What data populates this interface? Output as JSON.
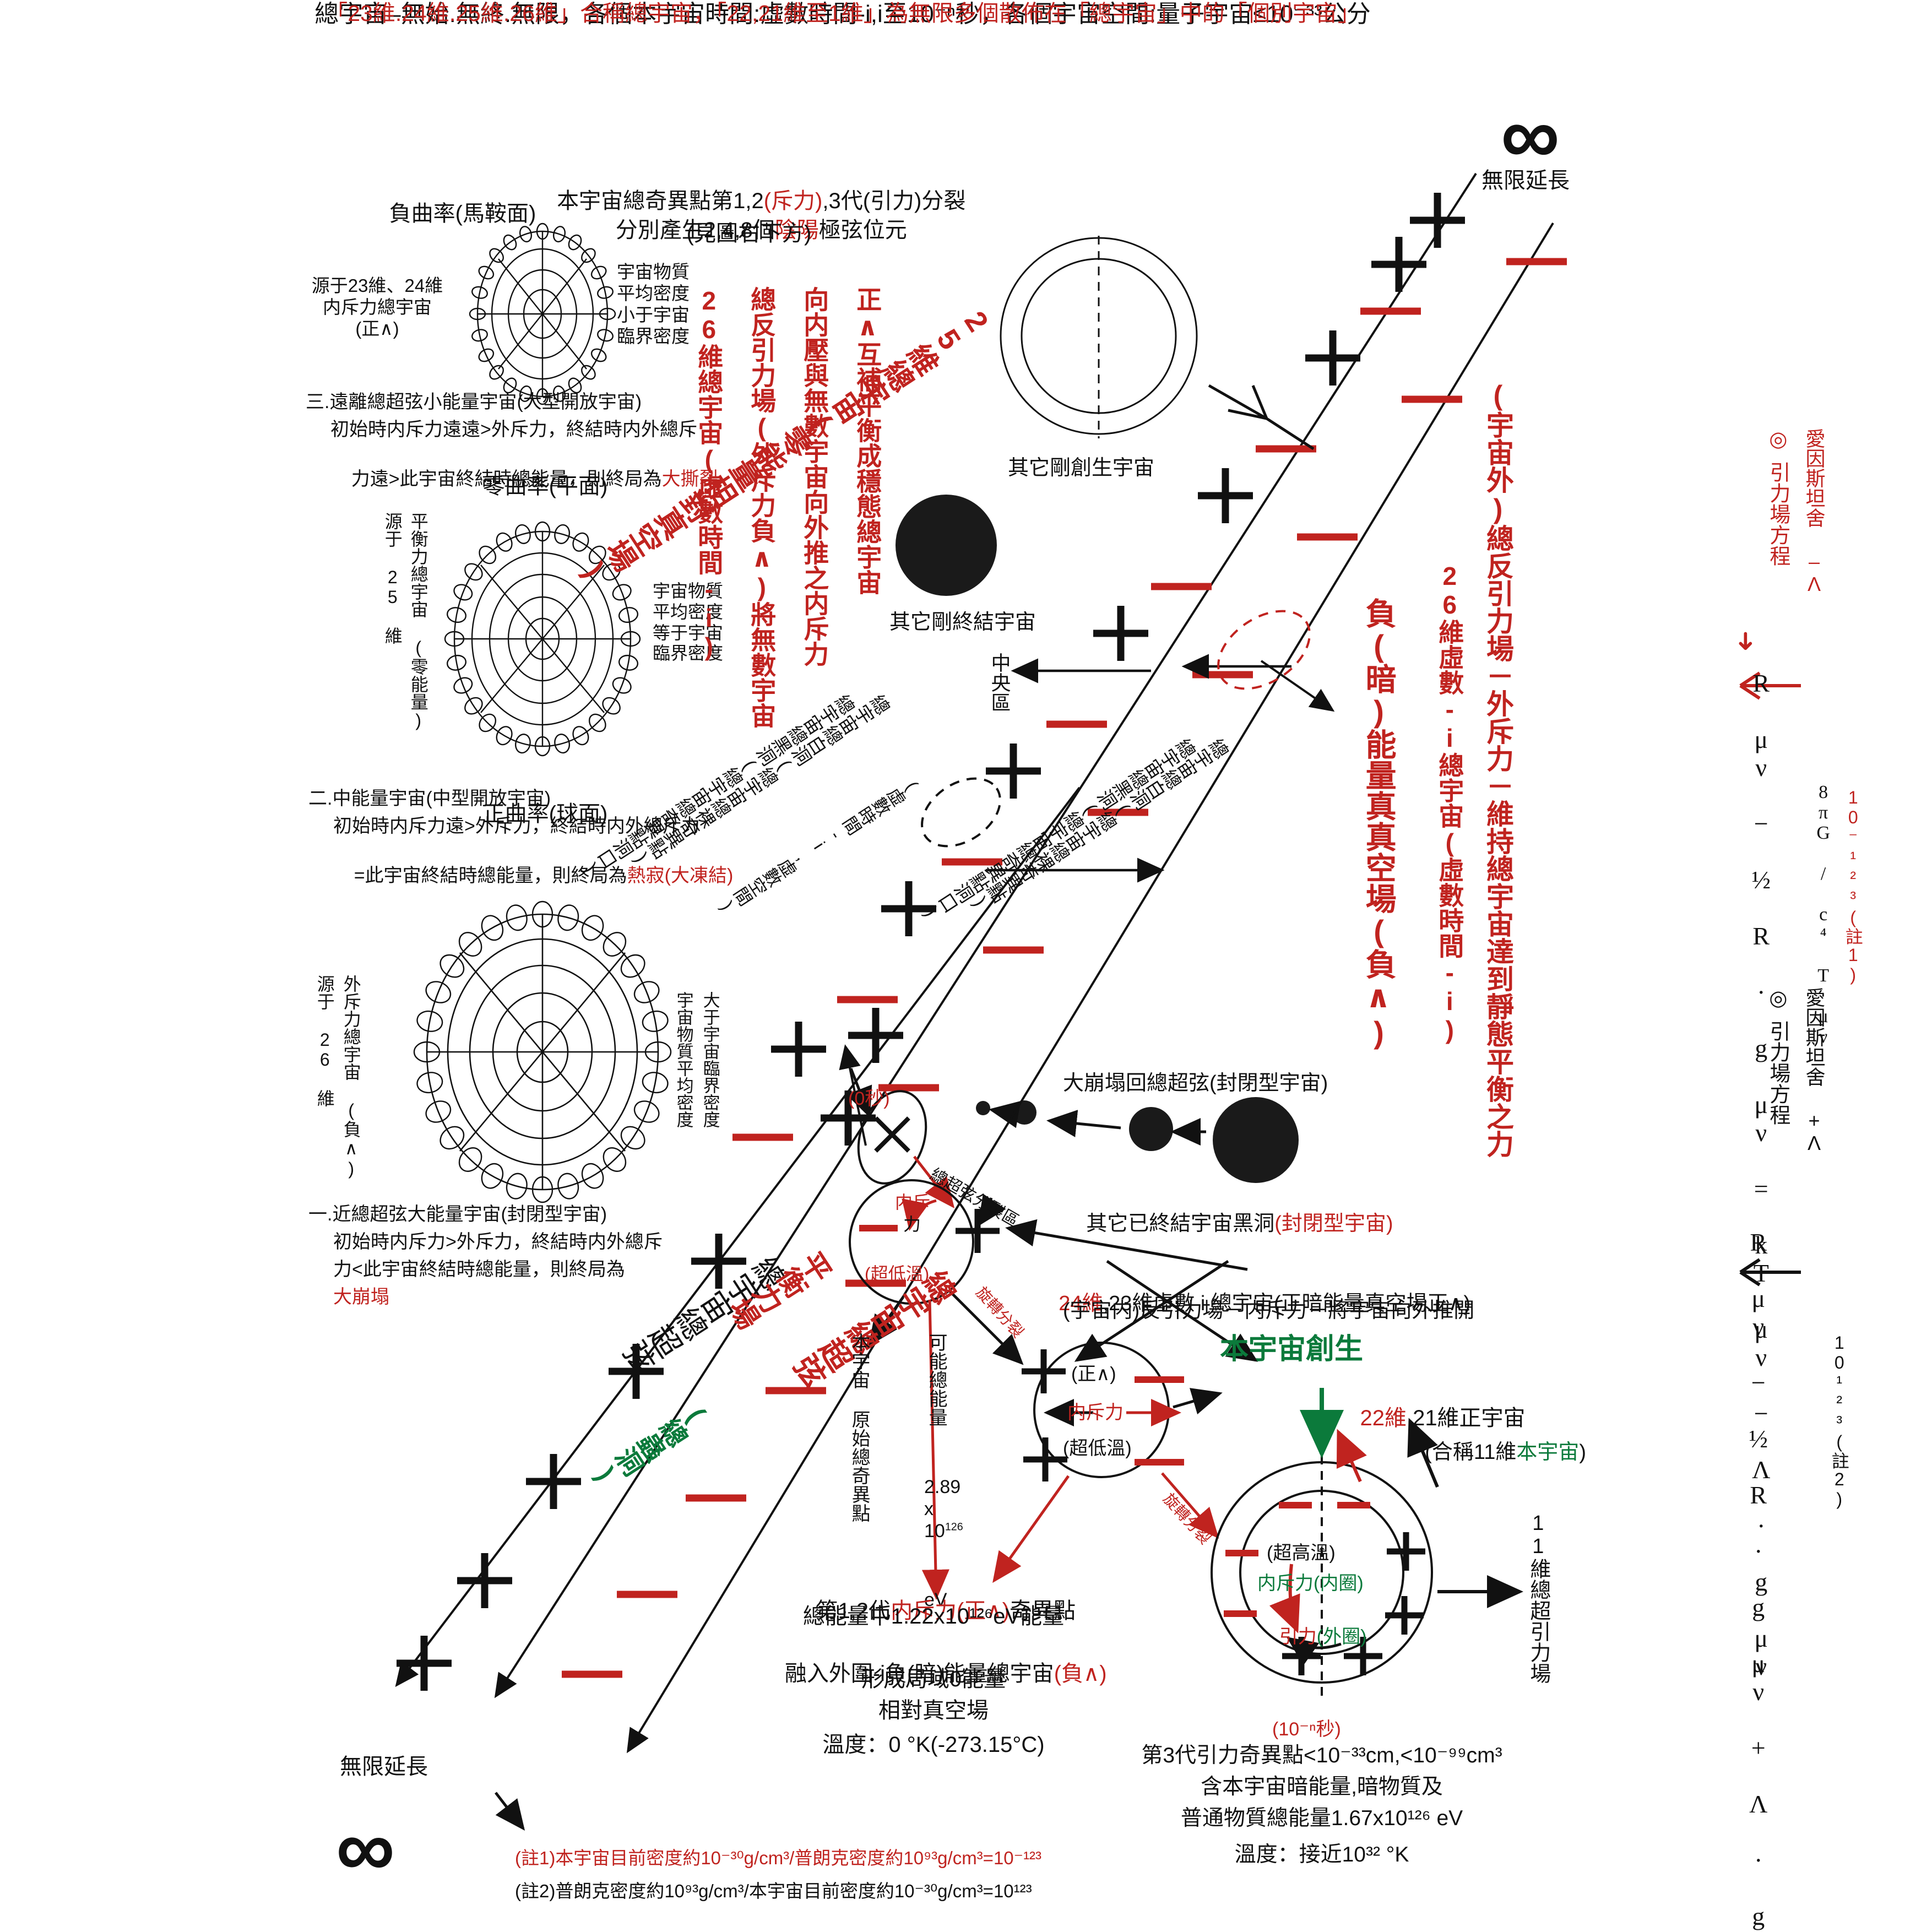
{
  "header": {
    "line1": "總宇宙–無始.無終.無限，各個本宇宙時間:虛數時間-i,i至10⁻ⁿ秒，各個宇宙空間:量子宇宙≤10⁻³³公分",
    "line2": "「23維.24維.25維.26維」合稱總宇宙，「22,21維至1維」為無限多個散佈在「總宇宙」中的「個別宇宙」",
    "infinity_symbol": "∞",
    "infinity_label_top": "無限延長",
    "infinity_label_bottom": "無限延長"
  },
  "center_top": {
    "title_1": "本宇宙總奇異點第1,2",
    "title_1_red": "(斥力)",
    "title_1_tail": ",3代(引力)分裂",
    "title_2_pre": "分別產生2,4,8個",
    "title_2_red": "陰陽",
    "title_2_tail": "極弦位元",
    "title_3": "(見圖右下方)"
  },
  "curvature_panels": [
    {
      "title": "負曲率(馬鞍面)",
      "left_label": "源于23維、24維\n内斥力總宇宙\n(正∧)",
      "right_label": "宇宙物質\n平均密度\n小于宇宙\n臨界密度",
      "caption_lines": [
        "三.遠離總超弦小能量宇宙(大型開放宇宙)",
        "初始時内斥力遠遠>外斥力，終結時内外總斥",
        "力遠>此宇宙終結時總能量，則終局為"
      ],
      "caption_red": "大撕裂"
    },
    {
      "title": "零曲率(平面)",
      "left_label": "源于\n25\n維",
      "left_label2": "平衡力總宇宙 (零能量)",
      "right_label": "宇宙物質\n平均密度\n等于宇宙\n臨界密度",
      "caption_lines": [
        "二.中能量宇宙(中型開放宇宙)",
        "初始時内斥力遠>外斥力，終結時内外總斥力",
        "=此宇宙終結時總能量，則終局為"
      ],
      "caption_red": "熱寂(大凍結)"
    },
    {
      "title": "正曲率(球面)",
      "left_label": "源于\n26\n維",
      "left_label2": "外斥力總宇宙 (負∧)",
      "right_label": "大于宇宙臨界密度",
      "right_label2": "宇宙物質平均密度",
      "caption_lines": [
        "一.近總超弦大能量宇宙(封閉型宇宙)",
        "初始時内斥力>外斥力，終結時内外總斥",
        "力<此宇宙終結時總能量，則終局為"
      ],
      "caption_red": "大崩塌"
    }
  ],
  "diagonal_red_labels": {
    "col_a": "正∧互補平衡成穩態總宇宙",
    "col_b": "向内壓與無數宇宙向外推之内斥力",
    "col_c": "總反引力場(外斥力負∧)將無數宇宙",
    "col_d": "26維總宇宙(虛數時間-i)",
    "band_25": "25維總宇宙(零能量相對真空場)",
    "band_right_1": "(宇宙外)總反引力場－外斥力－維持總宇宙達到靜態平衡之力",
    "band_right_2": "26維虛數-i總宇宙(虛數時間-i)",
    "band_right_3": "負(暗)能量真真空場(負∧)"
  },
  "diagonal_black_labels": {
    "tot_univ_superstring": "總宇宙總超弦",
    "balance_field": "平衡力場",
    "worm_hole": "(總蟲洞)",
    "tot_univ_superstring_red": "總宇宙總超弦",
    "center_zone": "中央區",
    "whitehole": "總宇宙總白洞(總宇宙總裸奇異點)",
    "blackhole": "總宇宙總黑洞(總宇宙總奇異點洞口)",
    "imaginary_note": "(虛數時間-i,虛數空間)"
  },
  "other_universes": {
    "just_created": "其它剛創生宇宙",
    "just_ended": "其它剛終結宇宙",
    "collapsed_title": "大崩塌回總超弦(封閉型宇宙)",
    "ended_blackholes": "其它已終結宇宙黑洞",
    "ended_blackholes_red": "(封閉型宇宙)"
  },
  "singularity": {
    "zero_sec": "(0秒)",
    "superstring_split_ratio": "總超弦分裂區",
    "inner_repulsion": "内斥",
    "inner_repulsion_2": "力",
    "ultra_low_temp": "(超低溫)",
    "rotational_split": "旋轉分裂",
    "origin_label": "本宇宙\n原始總奇異點",
    "possible_total_energy_label": "可能總能量",
    "possible_total_energy_value": "2.89\nx\n10",
    "possible_total_energy_exp": "126",
    "possible_total_energy_unit": "eV",
    "positive_lambda": "(正∧)",
    "inner_force_arrow": "内斥力",
    "ultra_low_temp2": "(超低溫)"
  },
  "dim24_note": {
    "red_part": "24維",
    "black_part": ",23維虛數 i 總宇宙(正暗能量真空場正∧)",
    "line2": "(宇宙内)反引力場－内斥力－將宇宙向外推開"
  },
  "birth": {
    "title": "本宇宙創生",
    "dim22_red": "22維",
    "dim22_black": ",21維正宇宙",
    "combined": "(合稱11維",
    "combined_green": "本宇宙",
    "combined_tail": ")",
    "ultra_high_temp": "(超高溫)",
    "inner_force_inner": "内斥力(内圈)",
    "gravity_outer_a": "引力",
    "gravity_outer_b": "(外圈)",
    "time_label": "(10⁻ⁿ秒)",
    "field_11d": "11維總超引力場",
    "rotational_split": "旋轉分裂"
  },
  "equations": {
    "eq1_mark": "◎",
    "eq1_label": "引力場方程",
    "eq1_arrow": "➜",
    "eq1_einstein": "愛因斯坦舍 –Λ",
    "eq1_body": "R μν − ½ R · g μν = kT μν − Λ · g μν",
    "eq1_rhs1": "8πG / c⁴ T μν",
    "eq1_rhs2": "10⁻¹²³(註1)",
    "eq2_mark": "◎",
    "eq2_label": "引力場方程",
    "eq2_einstein": "愛因斯坦舍 +Λ",
    "eq2_body": "R μν − ½ R · g μν + Λ · g μν = 8πG / c⁴ T μν",
    "eq2_rhs": "10¹²³(註2)"
  },
  "bottom_center_block": {
    "l1_pre": "第1,2代",
    "l1_red": "内斥力(正∧)",
    "l1_post": "奇異點",
    "l2": "總能量中1.22x10¹²⁶eV能量",
    "l3_pre": "融入外圍-i負(暗)能量總宇宙",
    "l3_red": "(負∧)",
    "l4": "形成局域0能量",
    "l5": "相對真空場",
    "l6": "溫度：0 °K(-273.15°C)"
  },
  "bottom_right_block": {
    "l1": "第3代引力奇異點<10⁻³³cm,<10⁻⁹⁹cm³",
    "l2": "含本宇宙暗能量,暗物質及",
    "l3": "普通物質總能量1.67x10¹²⁶ eV",
    "l4": "溫度：接近10³² °K"
  },
  "footnotes": {
    "note1": "(註1)本宇宙目前密度約10⁻³⁰g/cm³/普朗克密度約10⁹³g/cm³=10⁻¹²³",
    "note2": "(註2)普朗克密度約10⁹³g/cm³/本宇宙目前密度約10⁻³⁰g/cm³=10¹²³"
  },
  "colors": {
    "red": "#c0231f",
    "green": "#0b7a3b",
    "black": "#111111"
  }
}
